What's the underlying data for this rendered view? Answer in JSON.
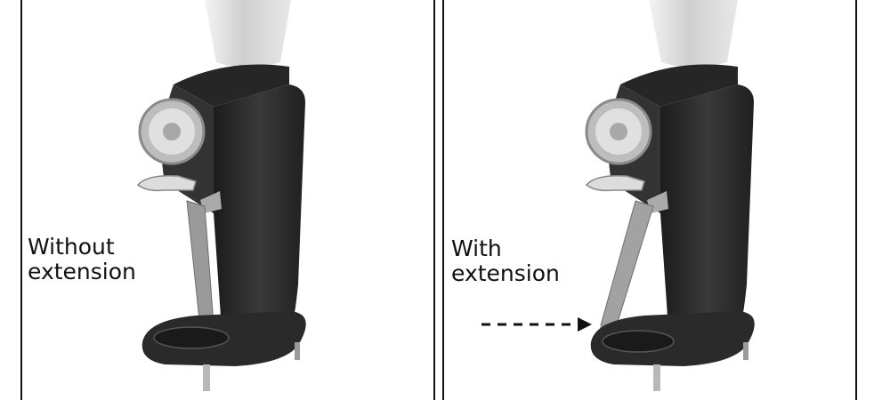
{
  "panels": [
    {
      "caption": "Without\nextension"
    },
    {
      "caption": "With\nextension"
    }
  ],
  "colors": {
    "body": "#2e2e2e",
    "body_shade": "#1f1f1f",
    "hopper": "#d6d6d6",
    "dial": "#c9c9c9",
    "lever": "#9c9c9c",
    "border": "#111111"
  },
  "icons": [
    "grinder-illustration",
    "dial-icon",
    "arrow-right-icon"
  ]
}
